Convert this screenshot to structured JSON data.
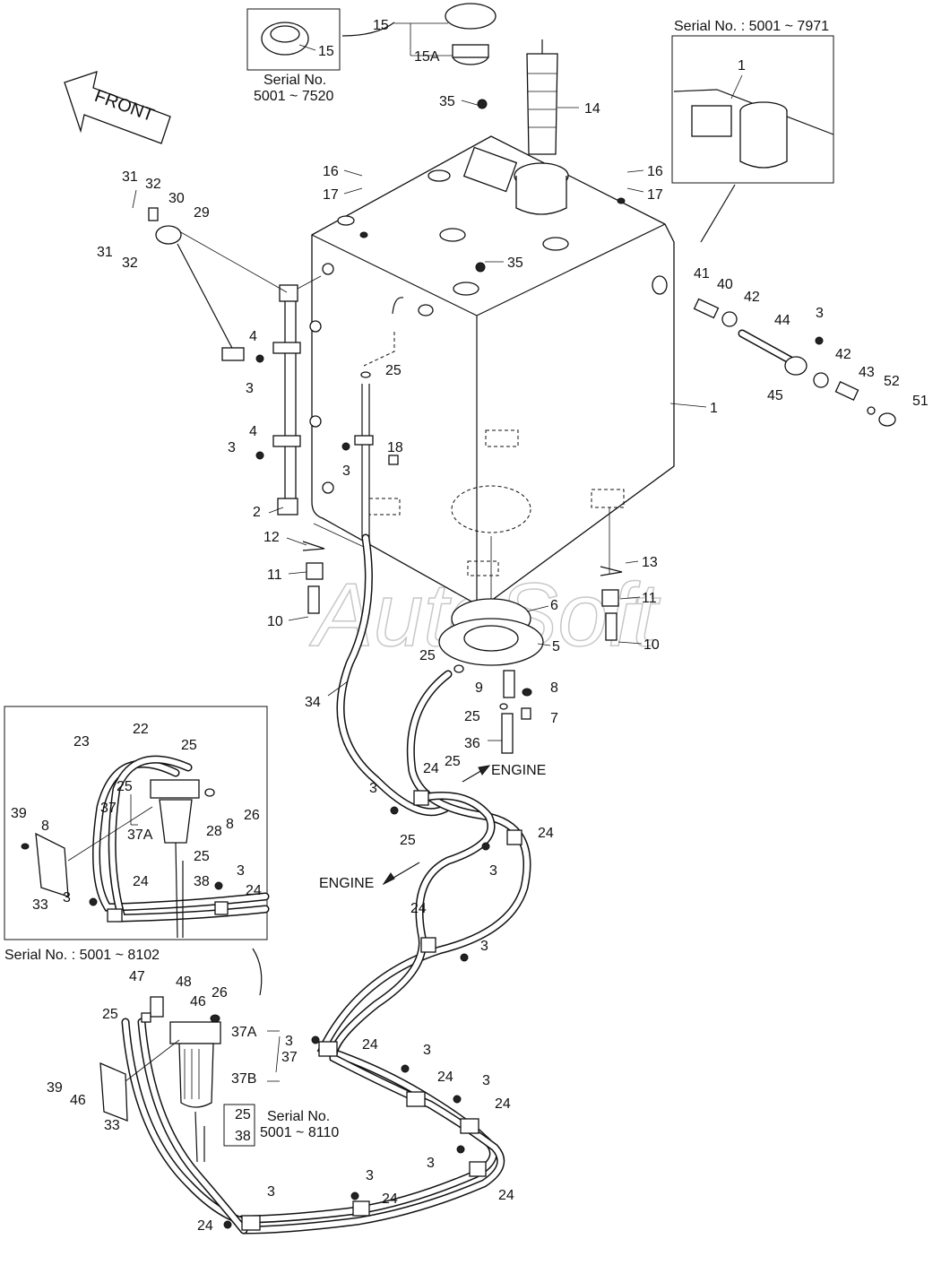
{
  "watermark": "AutoSoft",
  "front_arrow": {
    "label": "FRONT"
  },
  "inset_cap": {
    "part": "15",
    "serial_line1": "Serial No.",
    "serial_line2": "5001 ~ 7520"
  },
  "inset_filler": {
    "part": "1",
    "serial": "Serial No. : 5001 ~ 7971"
  },
  "inset_filter": {
    "serial": "Serial No. : 5001 ~ 8102"
  },
  "serial_lower": {
    "line1": "Serial No.",
    "line2": "5001 ~ 8110"
  },
  "engine_labels": [
    "ENGINE",
    "ENGINE"
  ],
  "callouts": [
    "15",
    "15A",
    "14",
    "35",
    "16",
    "17",
    "16",
    "17",
    "31",
    "32",
    "30",
    "29",
    "31",
    "32",
    "35",
    "41",
    "40",
    "42",
    "44",
    "3",
    "42",
    "43",
    "52",
    "51",
    "45",
    "4",
    "3",
    "25",
    "4",
    "3",
    "18",
    "3",
    "1",
    "2",
    "12",
    "11",
    "10",
    "13",
    "11",
    "10",
    "6",
    "5",
    "25",
    "9",
    "8",
    "25",
    "7",
    "34",
    "36",
    "22",
    "23",
    "25",
    "25",
    "37",
    "37A",
    "28",
    "8",
    "26",
    "39",
    "8",
    "25",
    "38",
    "3",
    "24",
    "33",
    "3",
    "24",
    "3",
    "24",
    "25",
    "24",
    "25",
    "3",
    "24",
    "3",
    "47",
    "48",
    "26",
    "25",
    "46",
    "37A",
    "37",
    "3",
    "24",
    "37B",
    "3",
    "24",
    "3",
    "39",
    "46",
    "33",
    "24",
    "25",
    "38",
    "3",
    "24",
    "3",
    "24",
    "3",
    "24",
    "3"
  ]
}
